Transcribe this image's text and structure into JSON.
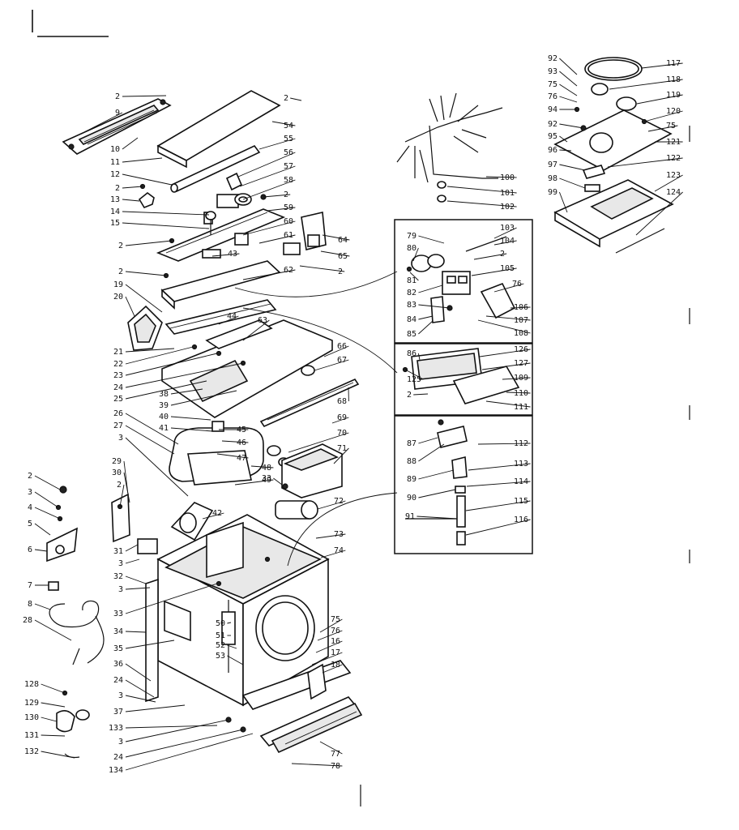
{
  "diagram": {
    "callouts": {
      "c2a": "2",
      "c9": "9",
      "c10": "10",
      "c11": "11",
      "c12": "12",
      "c2b": "2",
      "c13": "13",
      "c14": "14",
      "c15": "15",
      "c2c": "2",
      "c2d": "2",
      "c19": "19",
      "c20": "20",
      "c21": "21",
      "c22": "22",
      "c23": "23",
      "c24a": "24",
      "c25": "25",
      "c26": "26",
      "c27": "27",
      "c3a": "3",
      "c38": "38",
      "c39": "39",
      "c40": "40",
      "c41": "41",
      "c2e": "2",
      "c54": "54",
      "c55": "55",
      "c56": "56",
      "c57": "57",
      "c58": "58",
      "c2f": "2",
      "c59": "59",
      "c60": "60",
      "c61": "61",
      "c62": "62",
      "c43": "43",
      "c44": "44",
      "c63": "63",
      "c64": "64",
      "c65": "65",
      "c2g": "2",
      "c66": "66",
      "c67": "67",
      "c68": "68",
      "c69": "69",
      "c70": "70",
      "c71": "71",
      "c45": "45",
      "c46": "46",
      "c47": "47",
      "c48": "48",
      "c49": "49",
      "c33a": "33",
      "c72": "72",
      "c42": "42",
      "c73": "73",
      "c74": "74",
      "c2h": "2",
      "c3b": "3",
      "c4": "4",
      "c5": "5",
      "c6": "6",
      "c7": "7",
      "c8": "8",
      "c28": "28",
      "c29": "29",
      "c30": "30",
      "c2i": "2",
      "c31": "31",
      "c3c": "3",
      "c32": "32",
      "c3d": "3",
      "c33b": "33",
      "c34": "34",
      "c35": "35",
      "c36": "36",
      "c24b": "24",
      "c3e": "3",
      "c37": "37",
      "c133": "133",
      "c3f": "3",
      "c24c": "24",
      "c134": "134",
      "c50": "50",
      "c51": "51",
      "c52": "52",
      "c53": "53",
      "c75a": "75",
      "c76a": "76",
      "c16": "16",
      "c17": "17",
      "c18": "18",
      "c77": "77",
      "c78": "78",
      "c128": "128",
      "c129": "129",
      "c130": "130",
      "c131": "131",
      "c132": "132",
      "c100": "100",
      "c101": "101",
      "c102": "102",
      "c79": "79",
      "c80": "80",
      "c103": "103",
      "c104": "104",
      "c2j": "2",
      "c105": "105",
      "c81": "81",
      "c82": "82",
      "c76b": "76",
      "c83": "83",
      "c106": "106",
      "c84": "84",
      "c107": "107",
      "c85": "85",
      "c108": "108",
      "c86": "86",
      "c126": "126",
      "c127": "127",
      "c125": "125",
      "c109": "109",
      "c2k": "2",
      "c110": "110",
      "c111": "111",
      "c87": "87",
      "c112": "112",
      "c88": "88",
      "c113": "113",
      "c89": "89",
      "c114": "114",
      "c90": "90",
      "c115": "115",
      "c91": "91",
      "c116": "116",
      "c92a": "92",
      "c117": "117",
      "c93": "93",
      "c118": "118",
      "c75b": "75",
      "c76c": "76",
      "c119": "119",
      "c94": "94",
      "c120": "120",
      "c92b": "92",
      "c75c": "75",
      "c95": "95",
      "c121": "121",
      "c96": "96",
      "c122": "122",
      "c97": "97",
      "c123": "123",
      "c98": "98",
      "c99": "99",
      "c124": "124"
    }
  }
}
